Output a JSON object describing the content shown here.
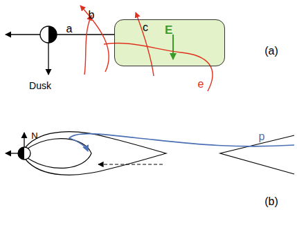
{
  "diagram": {
    "nodes": [
      {
        "text": [
          "E"
        ]
      }
    ],
    "labels": [
      "a",
      "b",
      "c",
      "e",
      "Dusk",
      "(a)",
      "N",
      "p",
      "(b)"
    ]
  }
}
